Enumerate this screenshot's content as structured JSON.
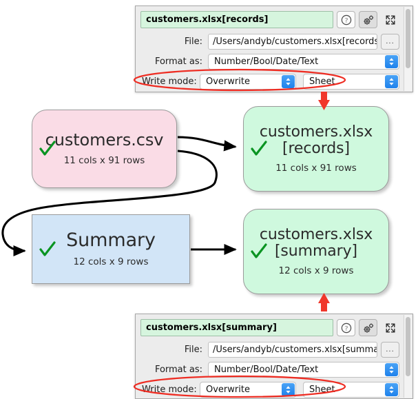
{
  "app": {
    "accent_red": "#ee2d23",
    "node_colors": {
      "source_pink": "#fadce6",
      "target_green": "#cff9de",
      "transform_blue": "#d2e5f7",
      "title_field_green": "#d6f5de"
    },
    "check_color": "#0a9422",
    "arrow_color": "#000000"
  },
  "graph": {
    "nodes": [
      {
        "id": "customers-csv",
        "title": "customers.csv",
        "subtitle": "11 cols x 91 rows",
        "status_icon": "check-icon",
        "shape": "rounded",
        "color": "#fadce6"
      },
      {
        "id": "customers-xlsx-records",
        "title": "customers.xlsx\n[records]",
        "subtitle": "11 cols x 91 rows",
        "status_icon": "check-icon",
        "shape": "rounded",
        "color": "#cff9de"
      },
      {
        "id": "summary",
        "title": "Summary",
        "subtitle": "12 cols x 9 rows",
        "status_icon": "check-icon",
        "shape": "square",
        "color": "#d2e5f7"
      },
      {
        "id": "customers-xlsx-summary",
        "title": "customers.xlsx\n[summary]",
        "subtitle": "12 cols x 9 rows",
        "status_icon": "check-icon",
        "shape": "rounded",
        "color": "#cff9de"
      }
    ],
    "edges": [
      {
        "from": "customers-csv",
        "to": "customers-xlsx-records"
      },
      {
        "from": "customers-csv",
        "to": "summary"
      },
      {
        "from": "summary",
        "to": "customers-xlsx-summary"
      }
    ]
  },
  "panel_top": {
    "title": "customers.xlsx[records]",
    "help_icon": "help-icon",
    "settings_icon": "gears-icon",
    "expand_icon": "expand-icon",
    "file_label": "File:",
    "file_value": "/Users/andyb/customers.xlsx[records]",
    "browse_label": "...",
    "format_label": "Format as:",
    "format_value": "Number/Bool/Date/Text",
    "write_mode_label": "Write mode:",
    "write_mode_value": "Overwrite",
    "sheet_value": "Sheet"
  },
  "panel_bottom": {
    "title": "customers.xlsx[summary]",
    "help_icon": "help-icon",
    "settings_icon": "gears-icon",
    "expand_icon": "expand-icon",
    "file_label": "File:",
    "file_value": "/Users/andyb/customers.xlsx[summary]",
    "browse_label": "...",
    "format_label": "Format as:",
    "format_value": "Number/Bool/Date/Text",
    "write_mode_label": "Write mode:",
    "write_mode_value": "Overwrite",
    "sheet_value": "Sheet"
  },
  "annotations": {
    "ellipse_top": "highlight-write-mode-row-top",
    "ellipse_bottom": "highlight-write-mode-row-bottom",
    "arrow_down": "points-from-top-panel-to-records-node",
    "arrow_up": "points-from-bottom-panel-to-summary-node"
  }
}
